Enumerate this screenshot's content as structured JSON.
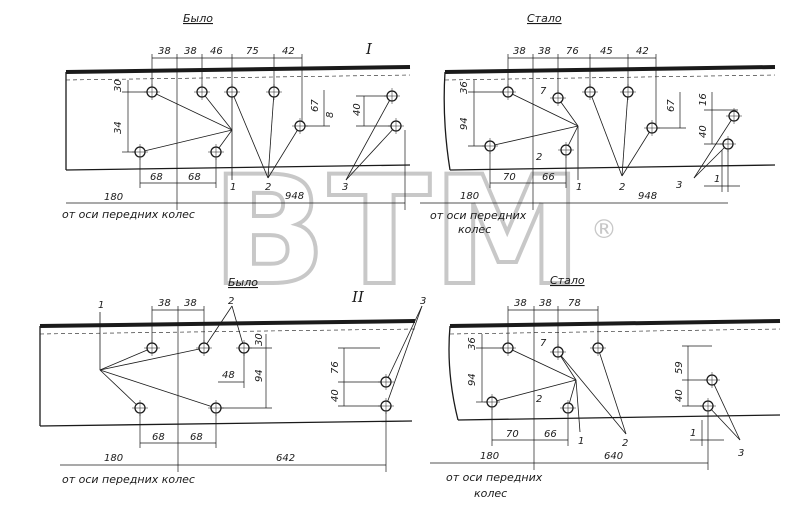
{
  "watermark": {
    "text": "BTM",
    "mark": "®"
  },
  "section1": {
    "label": "I",
    "before": {
      "title": "Было",
      "top_dims": [
        "38",
        "38",
        "46",
        "75",
        "42"
      ],
      "left_dims": [
        "30",
        "34"
      ],
      "right_dims": [
        "67",
        "8",
        "40"
      ],
      "bottom_dims": [
        "68",
        "68"
      ],
      "callouts": [
        "1",
        "2",
        "3"
      ],
      "dist_left": "180",
      "dist_span": "948",
      "caption": "от оси передних колес"
    },
    "after": {
      "title": "Стало",
      "top_dims": [
        "38",
        "38",
        "76",
        "45",
        "42"
      ],
      "left_dims": [
        "36",
        "94"
      ],
      "right_dims": [
        "67",
        "16",
        "40"
      ],
      "small_dims": [
        "7",
        "2"
      ],
      "bottom_dims": [
        "70",
        "66"
      ],
      "callouts": [
        "1",
        "2",
        "3"
      ],
      "offset_dim": "1",
      "dist_left": "180",
      "dist_span": "948",
      "caption_line1": "от оси передних",
      "caption_line2": "колес"
    }
  },
  "section2": {
    "label": "II",
    "before": {
      "title": "Было",
      "top_dims": [
        "38",
        "38"
      ],
      "left_dims": [
        "30",
        "94"
      ],
      "right_dims": [
        "76",
        "40"
      ],
      "mid_dim": "48",
      "bottom_dims": [
        "68",
        "68"
      ],
      "callouts": [
        "1",
        "2",
        "3"
      ],
      "dist_left": "180",
      "dist_span": "642",
      "caption": "от оси передних колес"
    },
    "after": {
      "title": "Стало",
      "top_dims": [
        "38",
        "38",
        "78"
      ],
      "left_dims": [
        "36",
        "94"
      ],
      "right_dims": [
        "59",
        "40"
      ],
      "small_dims": [
        "7",
        "2"
      ],
      "bottom_dims": [
        "70",
        "66"
      ],
      "callouts": [
        "1",
        "2",
        "3"
      ],
      "offset_dim": "1",
      "dist_left": "180",
      "dist_span": "640",
      "caption_line1": "от оси передних",
      "caption_line2": "колес"
    }
  }
}
